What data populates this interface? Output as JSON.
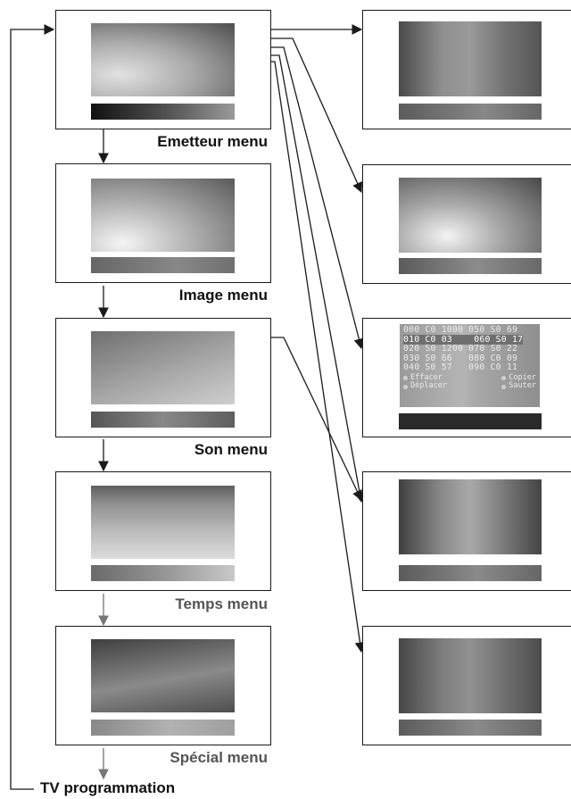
{
  "menus": [
    {
      "id": "emetteur",
      "label": "Emetteur menu"
    },
    {
      "id": "image",
      "label": "Image menu"
    },
    {
      "id": "son",
      "label": "Son menu"
    },
    {
      "id": "temps",
      "label": "Temps menu"
    },
    {
      "id": "special",
      "label": "Spécial menu"
    }
  ],
  "footer": {
    "label": "TV programmation"
  },
  "channel_table": {
    "rows": [
      "000 C0 1000 050 S0 69",
      "010 C0 03    060 S0 17",
      "020 S0 1200 070 S0 22",
      "030 S0 66   080 C0 09",
      "040 S0 57   090 C0 11"
    ],
    "legend": [
      "Effacer",
      "Copier",
      "Déplacer",
      "Sauter"
    ]
  },
  "colors": {
    "line": "#1a1a1a",
    "gray_label": "#555555",
    "gray_arrow": "#777777"
  }
}
